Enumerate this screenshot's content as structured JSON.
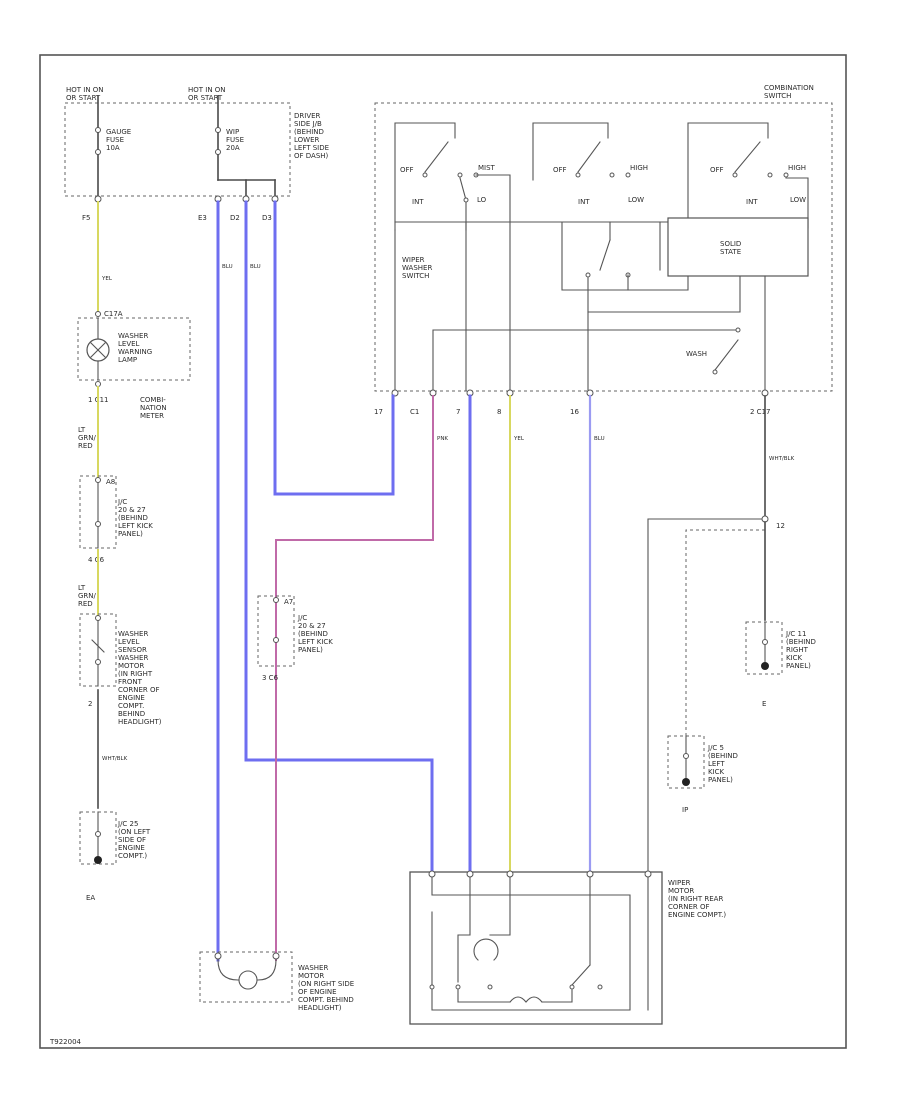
{
  "labels": {
    "hot_left": "HOT IN ON\nOR START",
    "hot_mid": "HOT IN ON\nOR START",
    "combo_switch": "COMBINATION\nSWITCH",
    "gauge_fuse": "GAUGE\nFUSE\n10A",
    "wip_fuse": "WIP\nFUSE\n20A",
    "jb_location": "DRIVER\nSIDE J/B\n(BEHIND\nLOWER\nLEFT SIDE\nOF DASH)",
    "pin_f5": "F5",
    "pin_e3": "E3",
    "pin_d2": "D2",
    "pin_d3": "D3",
    "off_1": "OFF",
    "mist_1": "MIST",
    "int_1": "INT",
    "lo_1": "LO",
    "off_2": "OFF",
    "high_2": "HIGH",
    "int_2": "INT",
    "low_2": "LOW",
    "off_3": "OFF",
    "high_3": "HIGH",
    "int_3": "INT",
    "low_3": "LOW",
    "solid_state": "SOLID\nSTATE",
    "wiper_washer_switch": "WIPER\nWASHER\nSWITCH",
    "washer_sw": "WASH",
    "pin_17": "17",
    "pin_c1": "C1",
    "pin_7": "7",
    "pin_8": "8",
    "pin_16": "16",
    "pin_2_c17": "2   C17",
    "pin_c17_top": "C17A",
    "washer_lamp": "WASHER\nLEVEL\nWARNING\nLAMP",
    "pin_c11": "1   C11",
    "combo_meter": "COMBI-\nNATION\nMETER",
    "wire_lt_grn_red": "LT\nGRN/\nRED",
    "pin_a8": "A8",
    "jc_2027_a": "J/C\n20 & 27\n(BEHIND\nLEFT KICK\nPANEL)",
    "pin_c6_a": "4   C6",
    "wire_lt_grn_red_2": "LT\nGRN/\nRED",
    "washer_level_sensor": "WASHER\nLEVEL\nSENSOR\nWASHER\nMOTOR\n(IN RIGHT\nFRONT\nCORNER OF\nENGINE\nCOMPT.\nBEHIND\nHEADLIGHT)",
    "pin_2_a": "2",
    "jc_25": "J/C 25\n(ON LEFT\nSIDE OF\nENGINE\nCOMPT.)",
    "pin_ea": "EA",
    "pin_a7": "A7",
    "jc_2027_b": "J/C\n20 & 27\n(BEHIND\nLEFT KICK\nPANEL)",
    "pin_c6_b": "3   C6",
    "jc_11": "J/C 11\n(BEHIND\nRIGHT\nKICK\nPANEL)",
    "pin_e": "E",
    "pin_12": "12",
    "jc_5": "J/C 5\n(BEHIND\nLEFT\nKICK\nPANEL)",
    "pin_ip": "IP",
    "wiper_motor": "WIPER\nMOTOR\n(IN RIGHT REAR\nCORNER OF\nENGINE COMPT.)",
    "washer_motor": "WASHER\nMOTOR\n(ON RIGHT SIDE\nOF ENGINE\nCOMPT. BEHIND\nHEADLIGHT)",
    "footer_id": "T922004",
    "wire_blue": "BLU",
    "wire_yel": "YEL",
    "wire_wht_blk": "WHT/BLK",
    "wire_pink": "PNK"
  },
  "colors": {
    "blue": "#6e6ef0",
    "light_blue": "#9b9bf2",
    "yellow": "#d8d860",
    "pink": "#c06aa8",
    "black": "#4a4a4a"
  }
}
